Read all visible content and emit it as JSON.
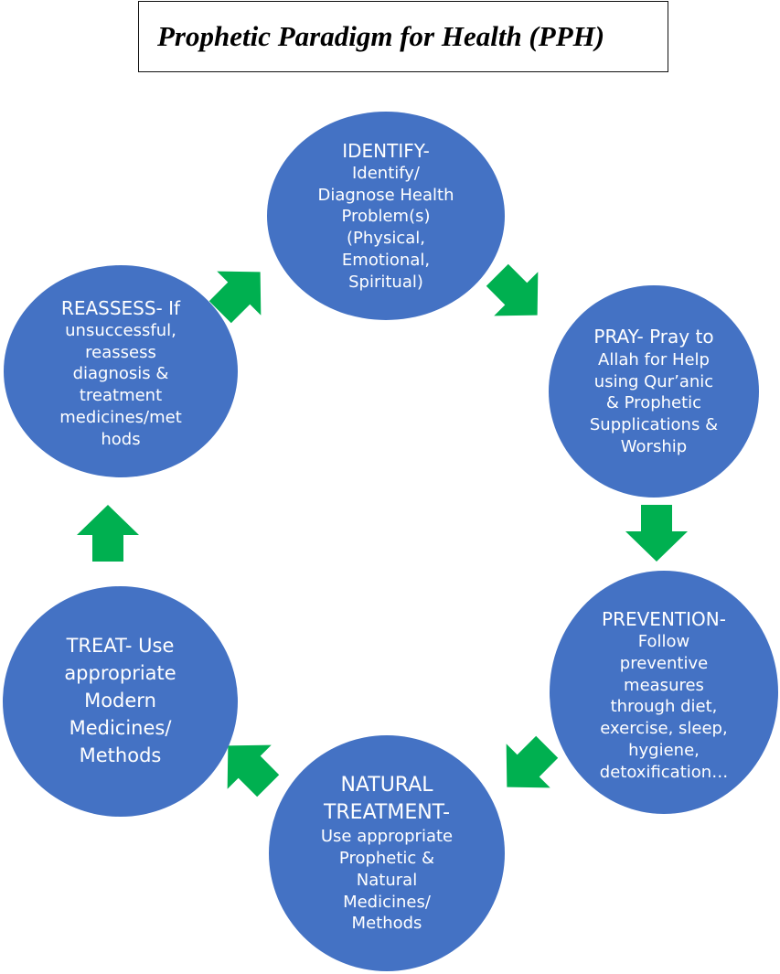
{
  "title": "Prophetic Paradigm for Health (PPH)",
  "colors": {
    "node_fill": "#4472c4",
    "node_text": "#ffffff",
    "arrow": "#00b050",
    "title_border": "#111111"
  },
  "nodes": {
    "identify": {
      "head": "IDENTIFY-",
      "lines": [
        "Identify/",
        "Diagnose Health",
        "Problem(s)",
        "(Physical,",
        "Emotional,",
        "Spiritual)"
      ]
    },
    "pray": {
      "lines": [
        "PRAY- Pray to",
        "Allah for Help",
        "using Qur’anic",
        "& Prophetic",
        "Supplications &",
        "Worship"
      ]
    },
    "prevention": {
      "head": "PREVENTION-",
      "lines": [
        "Follow",
        "preventive",
        "measures",
        "through diet,",
        "exercise, sleep,",
        "hygiene,",
        "detoxification…"
      ]
    },
    "natural_treatment": {
      "head_lines": [
        "NATURAL",
        "TREATMENT-"
      ],
      "lines": [
        "Use appropriate",
        "Prophetic &",
        "Natural",
        "Medicines/",
        "Methods"
      ]
    },
    "treat": {
      "head_lines": [
        "TREAT- Use",
        "appropriate",
        "Modern",
        "Medicines/",
        "Methods"
      ]
    },
    "reassess": {
      "lines": [
        "REASSESS- If",
        "unsuccessful,",
        "reassess",
        "diagnosis &",
        "treatment",
        "medicines/met",
        "hods"
      ]
    }
  },
  "arrows": [
    {
      "from": "identify",
      "to": "pray",
      "direction": "down-right"
    },
    {
      "from": "pray",
      "to": "prevention",
      "direction": "down"
    },
    {
      "from": "prevention",
      "to": "natural_treatment",
      "direction": "down-left"
    },
    {
      "from": "natural_treatment",
      "to": "treat",
      "direction": "up-left"
    },
    {
      "from": "treat",
      "to": "reassess",
      "direction": "up"
    },
    {
      "from": "reassess",
      "to": "identify",
      "direction": "up-right"
    }
  ]
}
